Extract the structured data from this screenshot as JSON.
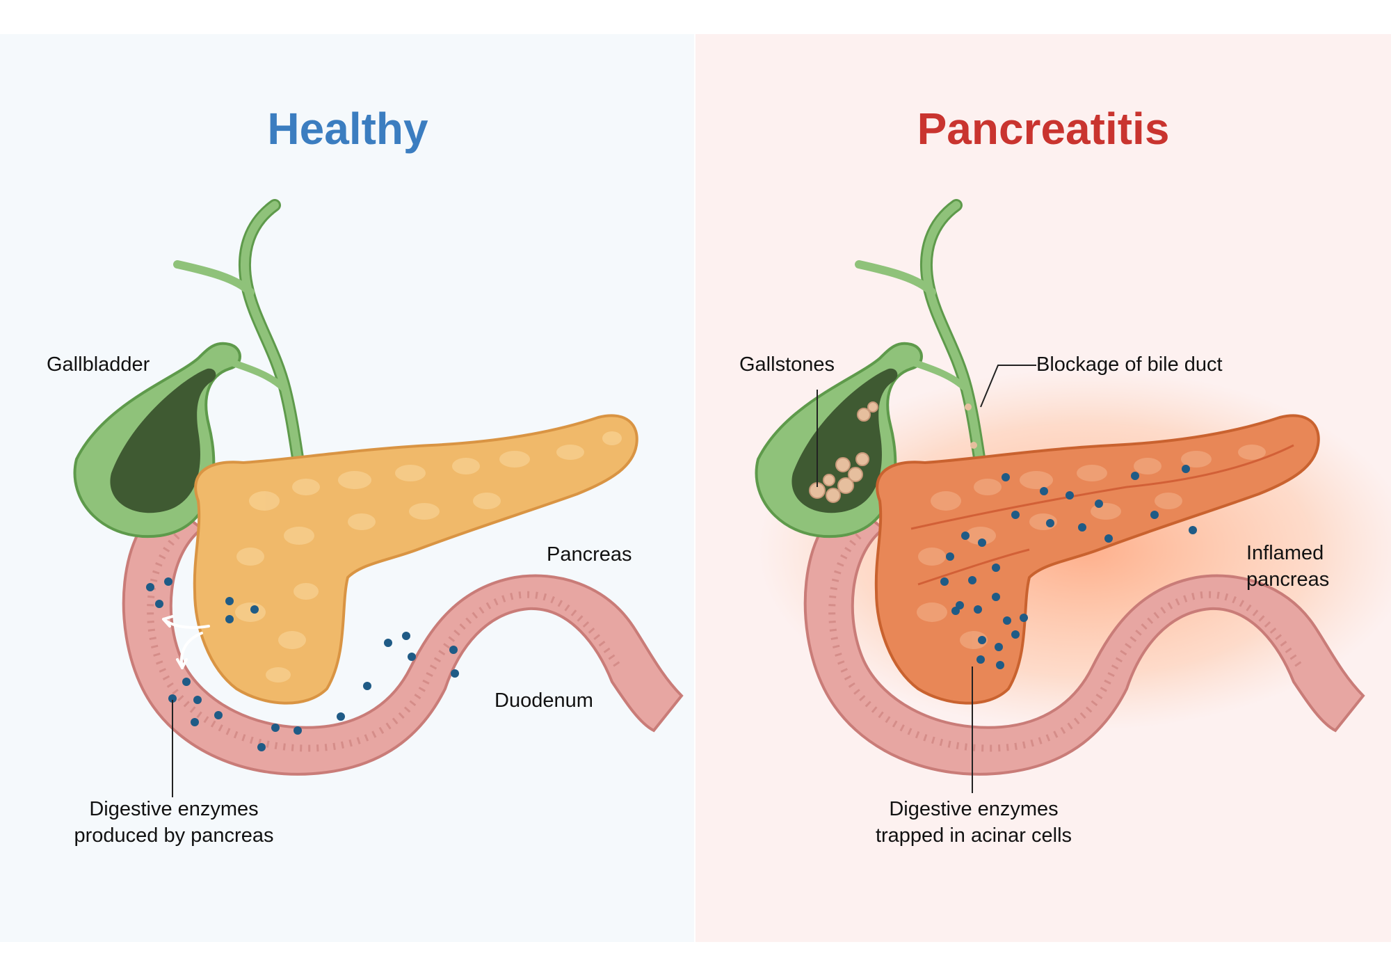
{
  "colors": {
    "healthy_title": "#3b7dc0",
    "disease_title": "#c9342f",
    "gallbladder_outer": "#8fc27a",
    "gallbladder_inner": "#3f5a32",
    "bile_duct": "#7ab567",
    "pancreas_healthy": "#f0b96a",
    "pancreas_inflamed": "#e88757",
    "duodenum": "#e7a6a2",
    "enzyme": "#1f5b86",
    "gallstone": "#e6bf9e"
  },
  "healthy": {
    "title": "Healthy",
    "labels": {
      "gallbladder": "Gallbladder",
      "pancreas": "Pancreas",
      "duodenum": "Duodenum",
      "enzymes_line1": "Digestive enzymes",
      "enzymes_line2": "produced by pancreas"
    }
  },
  "pancreatitis": {
    "title": "Pancreatitis",
    "labels": {
      "gallstones": "Gallstones",
      "blockage": "Blockage of bile duct",
      "inflamed_line1": "Inflamed",
      "inflamed_line2": "pancreas",
      "enzymes_line1": "Digestive enzymes",
      "enzymes_line2": "trapped in acinar cells"
    }
  }
}
